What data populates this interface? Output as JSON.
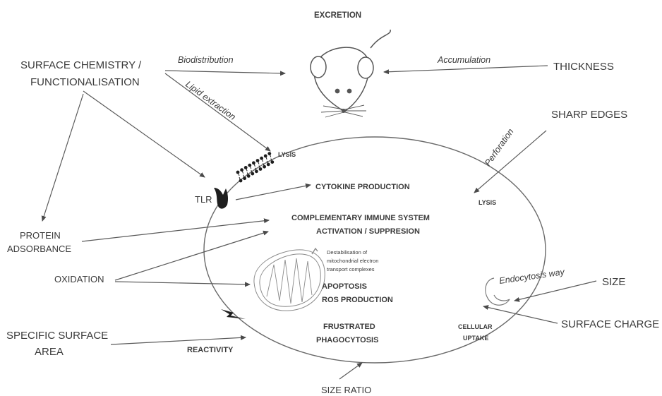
{
  "factors": {
    "surface_chemistry_line1": "SURFACE CHEMISTRY /",
    "surface_chemistry_line2": "FUNCTIONALISATION",
    "thickness": "THICKNESS",
    "sharp_edges": "SHARP EDGES",
    "protein_adsorbance_line1": "PROTEIN",
    "protein_adsorbance_line2": "ADSORBANCE",
    "oxidation": "OXIDATION",
    "specific_surface_area_line1": "SPECIFIC SURFACE",
    "specific_surface_area_line2": "AREA",
    "size": "SIZE",
    "surface_charge": "SURFACE CHARGE",
    "size_ratio": "SIZE RATIO"
  },
  "edge_labels": {
    "biodistribution": "Biodistribution",
    "accumulation": "Accumulation",
    "lipid_extraction": "Lipid extraction",
    "perforation": "Perforation",
    "endocytosis_way": "Endocytosis way"
  },
  "effects": {
    "excretion": "EXCRETION",
    "lysis_membrane": "LYSIS",
    "tlr": "TLR",
    "cytokine_production": "CYTOKINE PRODUCTION",
    "lysis_perforation": "LYSIS",
    "complementary_line1": "COMPLEMENTARY IMMUNE SYSTEM",
    "complementary_line2": "ACTIVATION / SUPPRESION",
    "destabilisation_line1": "Destabilisation of",
    "destabilisation_line2": "mitochondrial electron",
    "destabilisation_line3": "transport complexes",
    "apoptosis": "APOPTOSIS",
    "ros_production": "ROS PRODUCTION",
    "frustrated_line1": "FRUSTRATED",
    "frustrated_line2": "PHAGOCYTOSIS",
    "reactivity": "REACTIVITY",
    "cellular_line1": "CELLULAR",
    "cellular_line2": "UPTAKE"
  },
  "icons": [
    "mouse-icon",
    "lipid-bilayer-icon",
    "tlr-receptor-icon",
    "mitochondrion-icon",
    "endocytic-vesicle-icon",
    "reactivity-bolt-icon"
  ],
  "colors": {
    "ink": "#3a3a3a",
    "line": "#5a5a5a"
  }
}
